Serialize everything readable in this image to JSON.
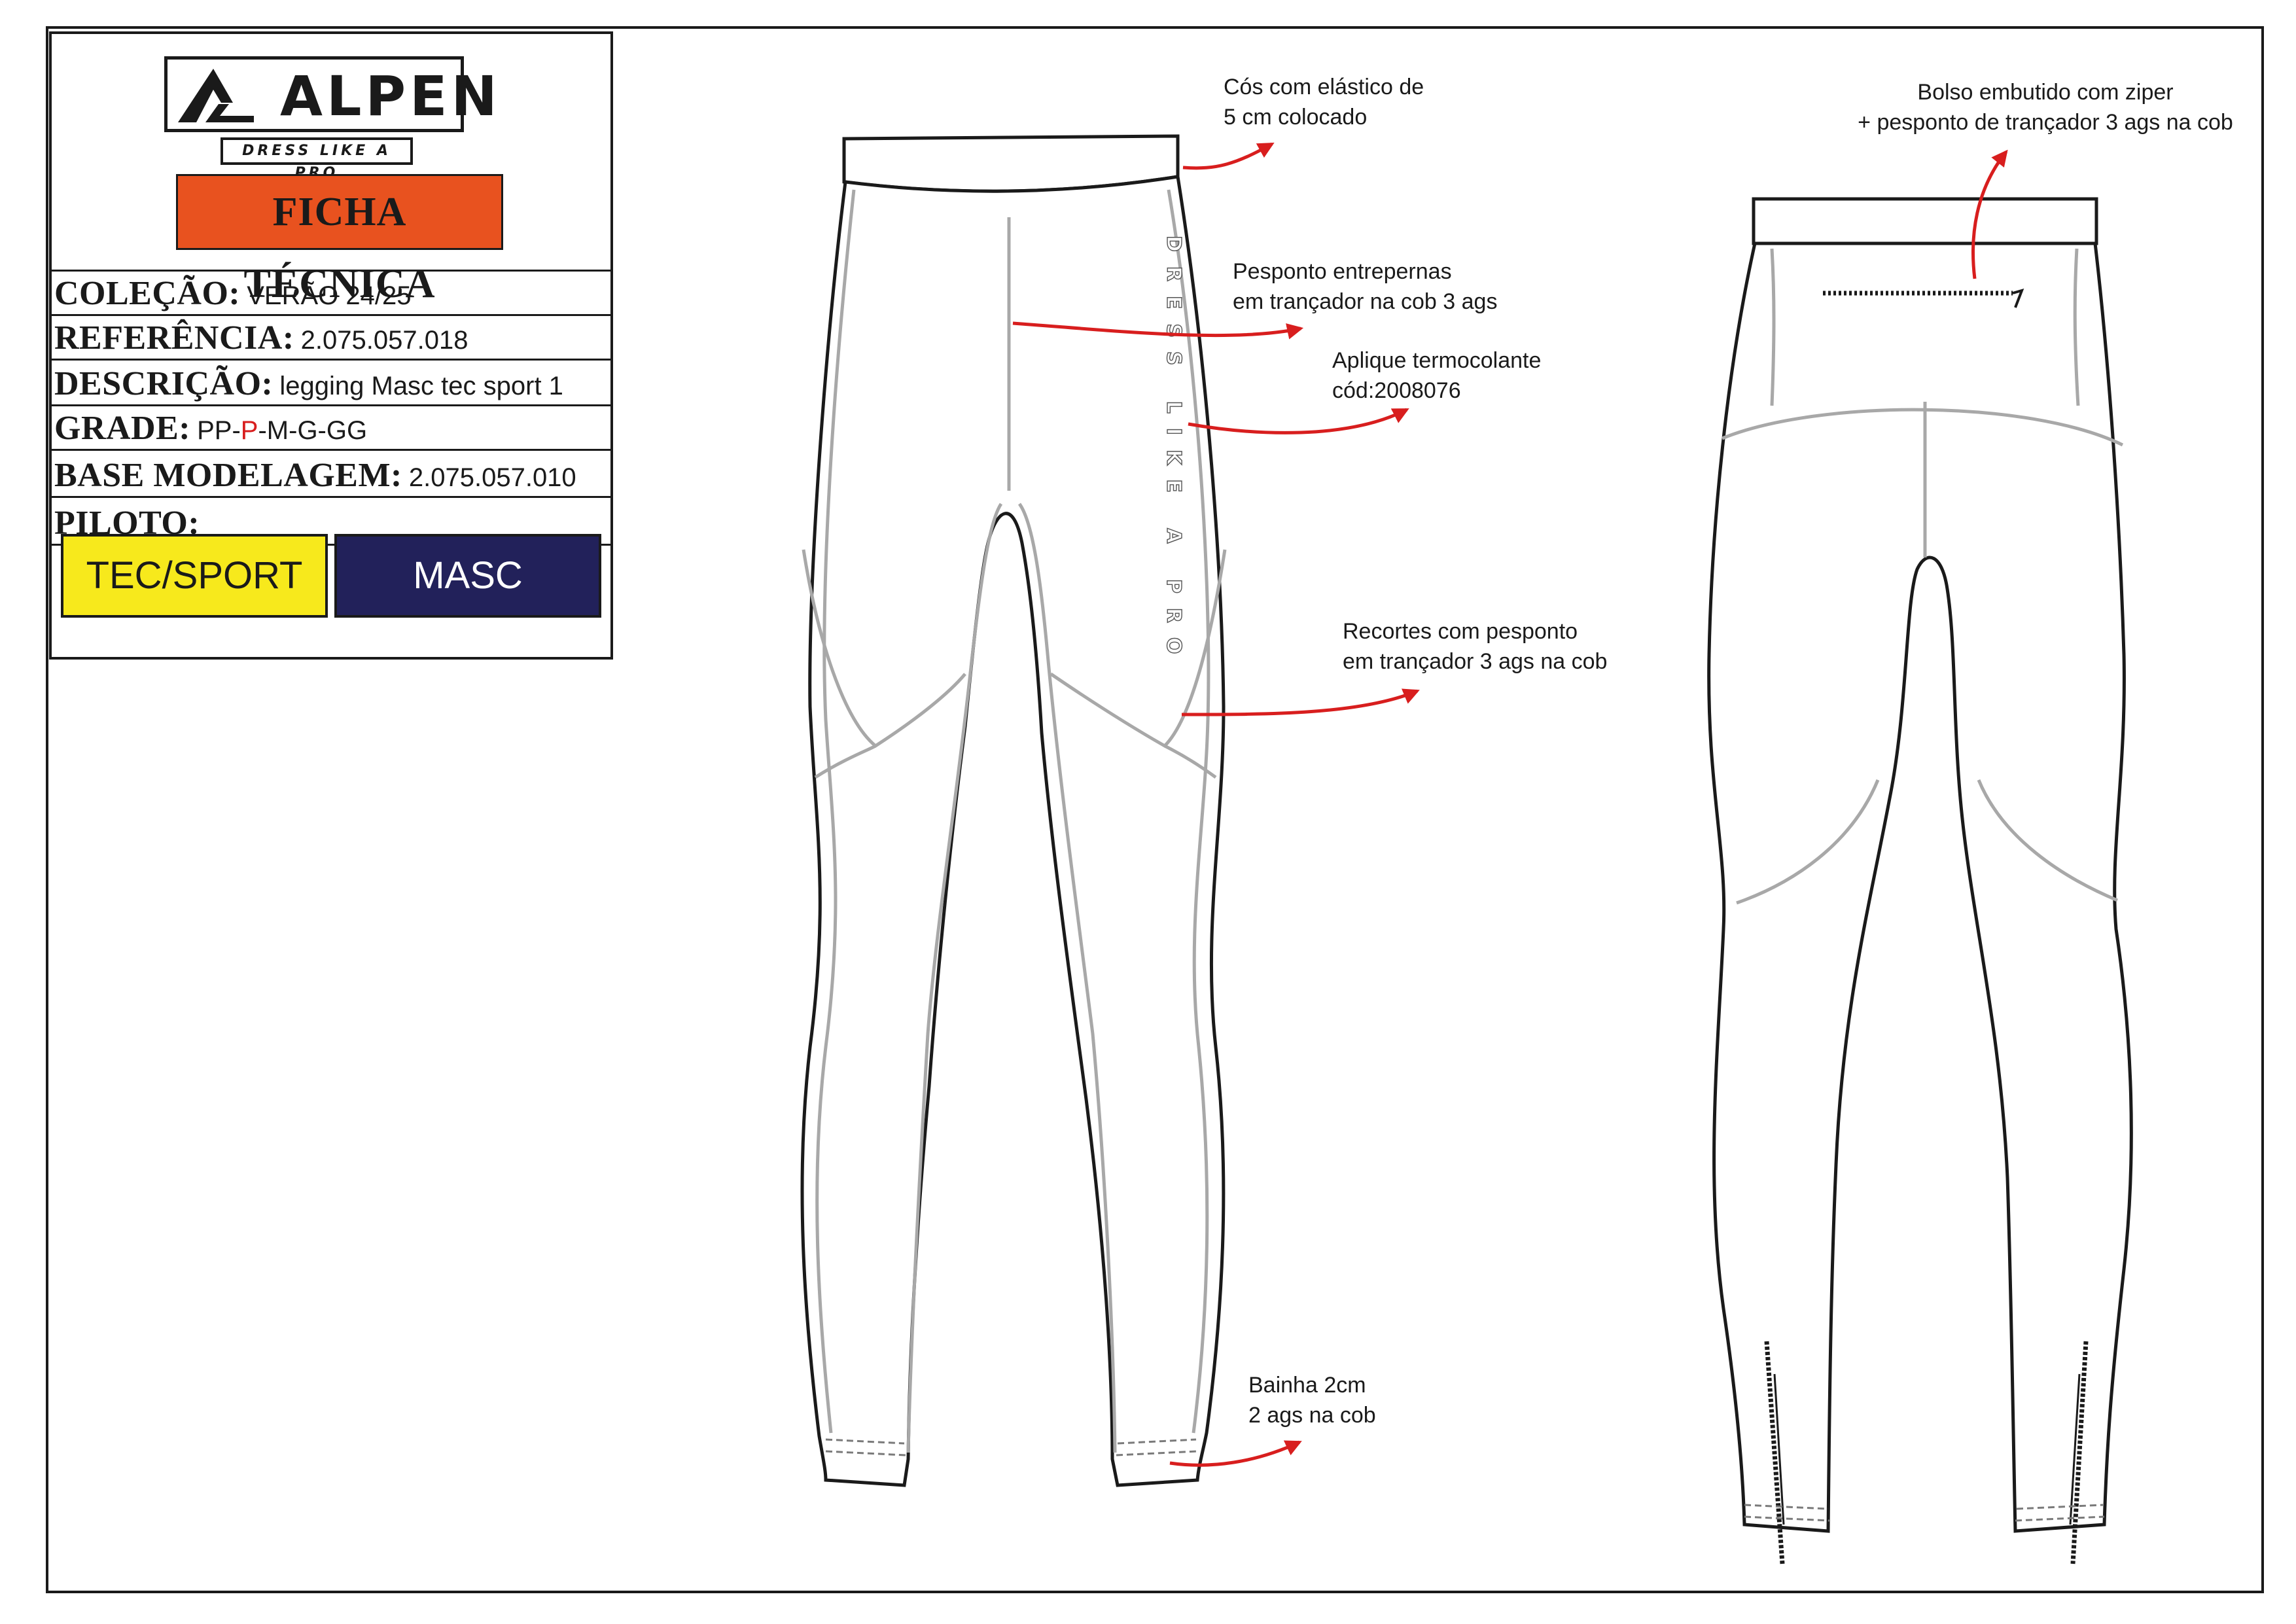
{
  "header": {
    "brand": "ALPEN",
    "tagline": "DRESS LIKE A PRO",
    "title": "FICHA TÉCNICA"
  },
  "fields": {
    "colecao": {
      "label": "COLEÇÃO:",
      "value": "VERÃO 24/25"
    },
    "referencia": {
      "label": "REFERÊNCIA:",
      "value": "2.075.057.018"
    },
    "descricao": {
      "label": "DESCRIÇÃO:",
      "value": "legging Masc tec sport 1"
    },
    "grade": {
      "label": "GRADE:",
      "value_before": "PP-",
      "value_highlight": "P",
      "value_after": "-M-G-GG"
    },
    "base_modelagem": {
      "label": "BASE MODELAGEM:",
      "value": "2.075.057.010"
    },
    "piloto": {
      "label": "PILOTO:",
      "value": ""
    }
  },
  "tags": {
    "category": "TEC/SPORT",
    "gender": "MASC"
  },
  "colors": {
    "ficha_bg": "#e8521f",
    "category_bg": "#f7e91c",
    "gender_bg": "#22215a",
    "arrow": "#d81e1e",
    "seam": "#a8a8a8"
  },
  "front_print": "DRESS LIKE A PRO",
  "annotations": {
    "cos": {
      "line1": "Cós com elástico de",
      "line2": "5 cm colocado"
    },
    "entrepernas": {
      "line1": "Pesponto entrepernas",
      "line2": "em trançador na cob 3 ags"
    },
    "aplique": {
      "line1": "Aplique termocolante",
      "line2": "cód:2008076"
    },
    "recortes": {
      "line1": "Recortes com pesponto",
      "line2": "em trançador 3 ags na cob"
    },
    "bainha": {
      "line1": "Bainha 2cm",
      "line2": "2 ags na cob"
    },
    "bolso": {
      "line1": "Bolso embutido com ziper",
      "line2": "+ pesponto de trançador 3 ags na cob"
    }
  }
}
